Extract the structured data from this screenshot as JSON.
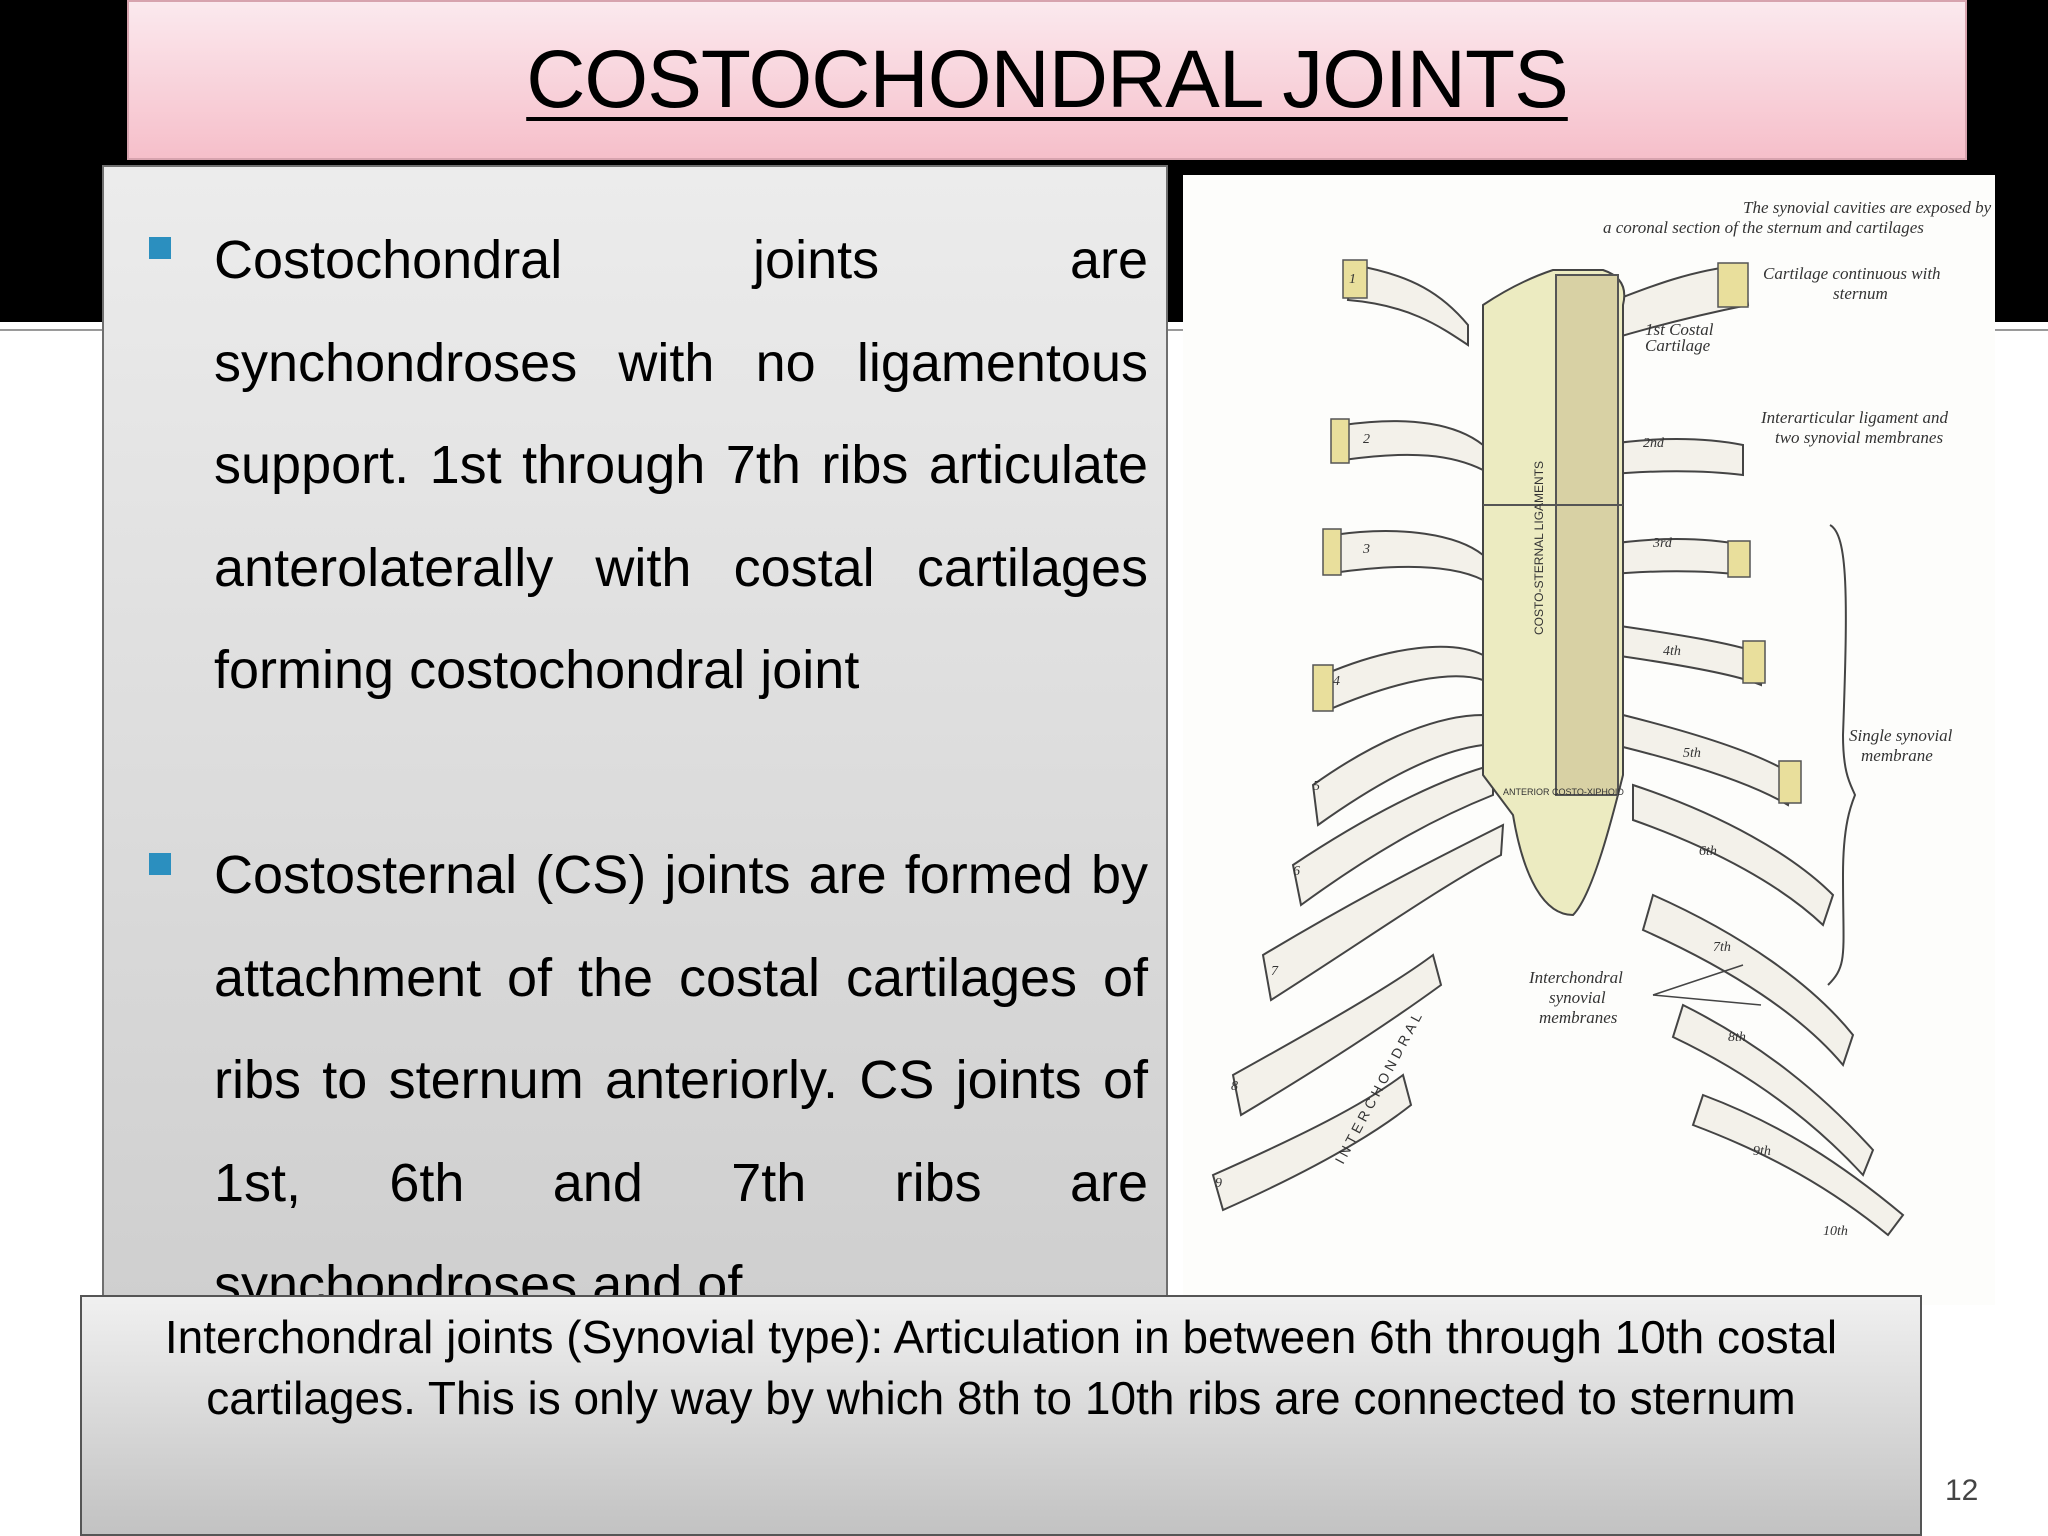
{
  "slide": {
    "title": "COSTOCHONDRAL JOINTS",
    "bullets": [
      "Costochondral joints are synchondroses with no ligamentous support. 1st through 7th ribs articulate anterolaterally with costal cartilages forming costochondral joint",
      "Costosternal (CS) joints are formed by attachment of the costal cartilages of ribs to sternum anteriorly. CS joints of 1st, 6th and 7th ribs are synchondroses and of"
    ],
    "callout": "Interchondral joints (Synovial type): Articulation in between 6th through 10th costal cartilages. This is only way by which 8th to 10th ribs are connected to sternum",
    "page_number": "12"
  },
  "figure": {
    "labels": {
      "synovial_cavities_1": "The synovial cavities are exposed by",
      "synovial_cavities_2": "a coronal section of the sternum and cartilages",
      "cartilage_continuous_1": "Cartilage continuous with",
      "cartilage_continuous_2": "sternum",
      "interarticular_1": "Interarticular ligament and",
      "interarticular_2": "two synovial membranes",
      "single_synovial_1": "Single synovial",
      "single_synovial_2": "membrane",
      "interchondral_1": "Interchondral",
      "interchondral_2": "synovial",
      "interchondral_3": "membranes",
      "first_costal_1": "1st Costal",
      "first_costal_2": "Cartilage",
      "ligaments": "COSTO-STERNAL LIGAMENTS",
      "anterior_costoxiphoid": "ANTERIOR COSTO-XIPHOID",
      "interchondral_vertical": "INTERCHONDRAL",
      "left_ribs": [
        "1",
        "2",
        "3",
        "4",
        "5",
        "6",
        "7",
        "8",
        "9"
      ],
      "right_ribs": [
        "2nd",
        "3rd",
        "4th",
        "5th",
        "6th",
        "7th",
        "8th",
        "9th",
        "10th"
      ]
    }
  }
}
